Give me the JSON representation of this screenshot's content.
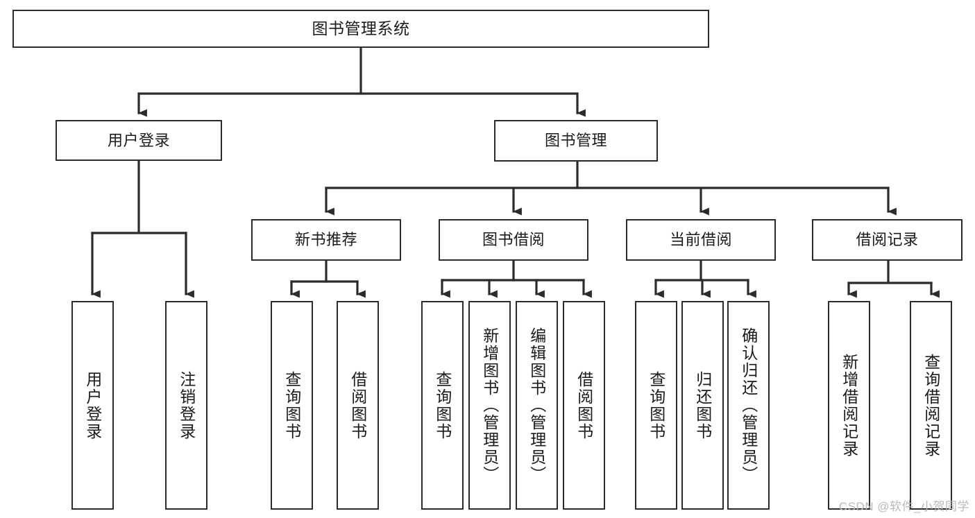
{
  "diagram": {
    "title": "图书管理系统",
    "type": "tree-hierarchy-diagram",
    "watermark": "CSDN @软件_小贺同学",
    "colors": {
      "stroke": "#2b2b2b",
      "text": "#1a1a1a",
      "background": "#ffffff",
      "watermark": "#b9b9b9"
    },
    "nodes": {
      "root": {
        "label": "图书管理系统"
      },
      "tier1": [
        {
          "label": "用户登录"
        },
        {
          "label": "图书管理"
        }
      ],
      "tier2": [
        {
          "label": "新书推荐"
        },
        {
          "label": "图书借阅"
        },
        {
          "label": "当前借阅"
        },
        {
          "label": "借阅记录"
        }
      ],
      "leaves": {
        "user_login": [
          {
            "label": "用户登录"
          },
          {
            "label": "注销登录"
          }
        ],
        "new_book": [
          {
            "label": "查询图书"
          },
          {
            "label": "借阅图书"
          }
        ],
        "book_borrow": [
          {
            "label": "查询图书"
          },
          {
            "label": "新增图书（管理员）"
          },
          {
            "label": "编辑图书（管理员）"
          },
          {
            "label": "借阅图书"
          }
        ],
        "current_borrow": [
          {
            "label": "查询图书"
          },
          {
            "label": "归还图书"
          },
          {
            "label": "确认归还（管理员）"
          }
        ],
        "borrow_record": [
          {
            "label": "新增借阅记录"
          },
          {
            "label": "查询借阅记录"
          }
        ]
      }
    }
  }
}
